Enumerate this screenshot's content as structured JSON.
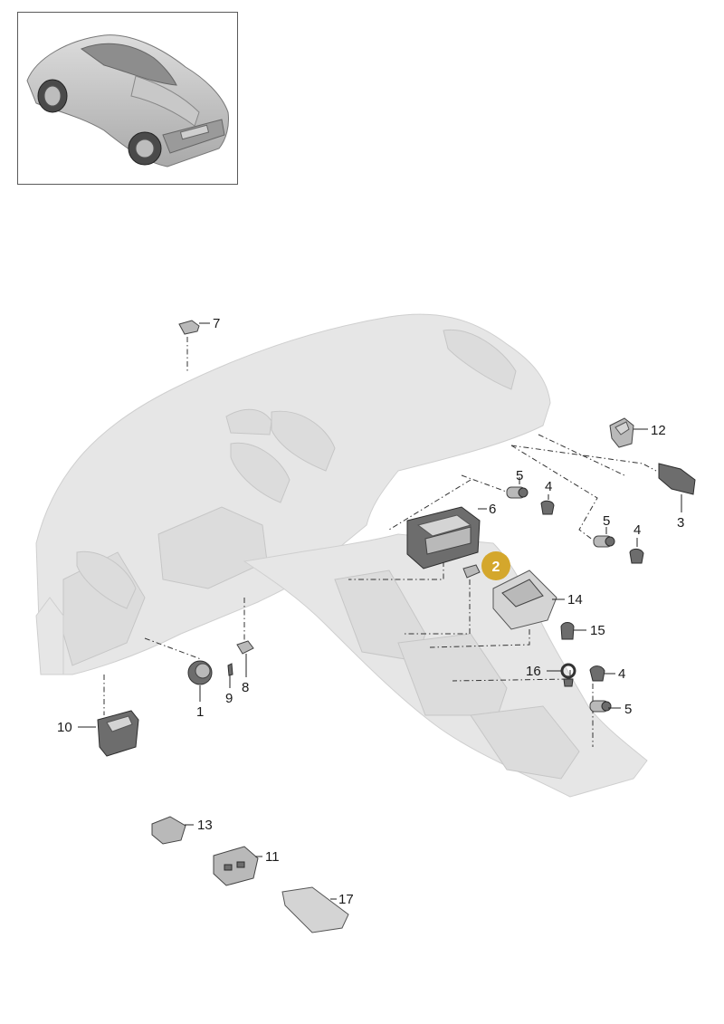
{
  "callouts": [
    {
      "id": "c7",
      "label": "7"
    },
    {
      "id": "c12",
      "label": "12"
    },
    {
      "id": "c5a",
      "label": "5"
    },
    {
      "id": "c4a",
      "label": "4"
    },
    {
      "id": "c6",
      "label": "6"
    },
    {
      "id": "c3",
      "label": "3"
    },
    {
      "id": "c5b",
      "label": "5"
    },
    {
      "id": "c4b",
      "label": "4"
    },
    {
      "id": "c2",
      "label": "2"
    },
    {
      "id": "c14",
      "label": "14"
    },
    {
      "id": "c15",
      "label": "15"
    },
    {
      "id": "c16",
      "label": "16"
    },
    {
      "id": "c4c",
      "label": "4"
    },
    {
      "id": "c5c",
      "label": "5"
    },
    {
      "id": "c8",
      "label": "8"
    },
    {
      "id": "c9",
      "label": "9"
    },
    {
      "id": "c1",
      "label": "1"
    },
    {
      "id": "c10",
      "label": "10"
    },
    {
      "id": "c13",
      "label": "13"
    },
    {
      "id": "c11",
      "label": "11"
    },
    {
      "id": "c17",
      "label": "17"
    }
  ],
  "highlight": {
    "color": "#d4a72c",
    "text_color": "#ffffff"
  }
}
